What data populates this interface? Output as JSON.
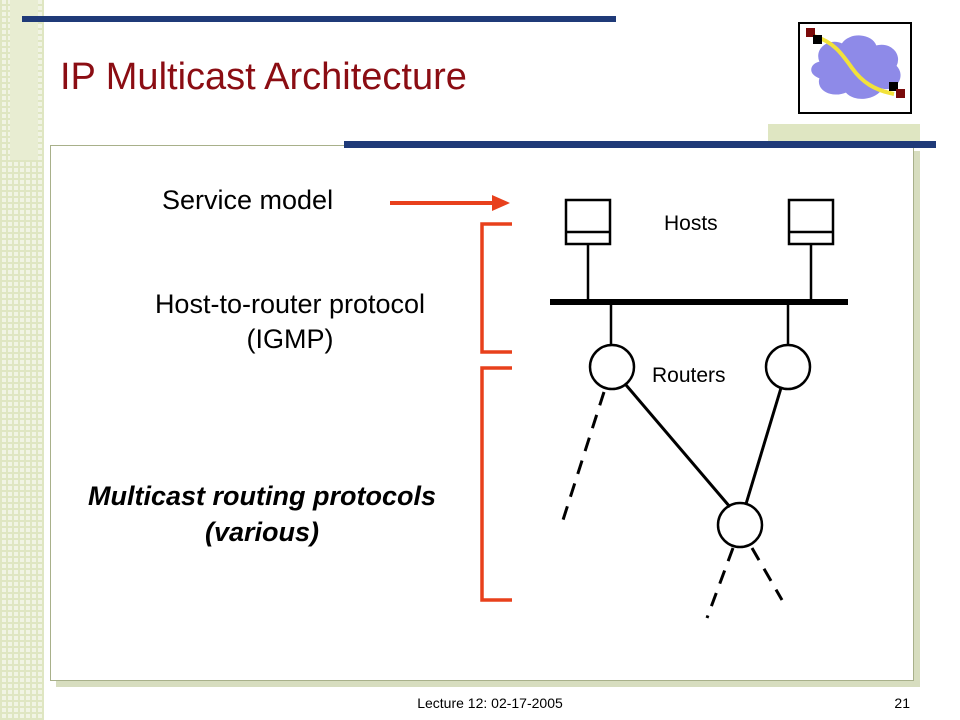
{
  "slide": {
    "title": "IP Multicast Architecture"
  },
  "labels": {
    "service_model": "Service model",
    "host_router_line1": "Host-to-router protocol",
    "host_router_line2": "(IGMP)",
    "multicast_line1": "Multicast routing protocols",
    "multicast_line2": "(various)",
    "hosts": "Hosts",
    "routers": "Routers"
  },
  "footer": {
    "lecture": "Lecture 12: 02-17-2005",
    "page": "21"
  },
  "colors": {
    "title": "#8b0d13",
    "bracket": "#e8401c",
    "accent_bar": "#1f3a78",
    "logo_cloud": "#8e8ae8",
    "logo_path": "#f2e23a",
    "logo_square": "#7a0a0a"
  }
}
